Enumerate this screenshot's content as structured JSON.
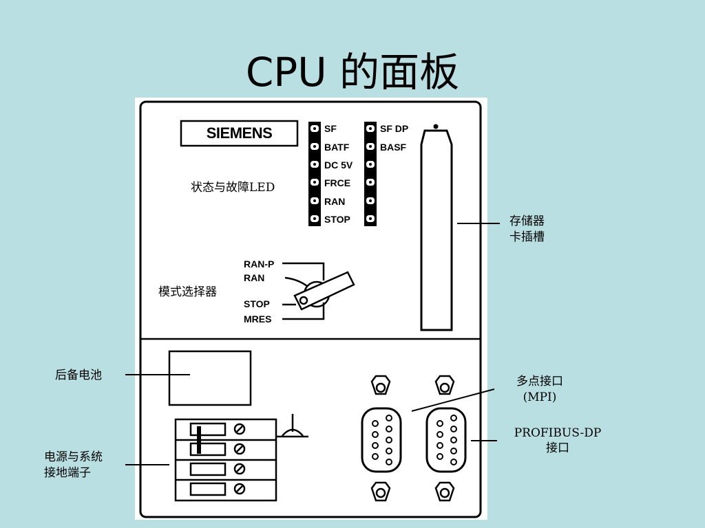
{
  "title": "CPU 的面板",
  "brand": "SIEMENS",
  "leds_left": [
    "SF",
    "BATF",
    "DC 5V",
    "FRCE",
    "RAN",
    "STOP"
  ],
  "leds_right": [
    "SF DP",
    "BASF"
  ],
  "mode_positions": [
    "RAN-P",
    "RAN",
    "STOP",
    "MRES"
  ],
  "annotations": {
    "status_led": "状态与故障LED",
    "mode_selector": "模式选择器",
    "memory_slot_line1": "存储器",
    "memory_slot_line2": "卡插槽",
    "battery": "后备电池",
    "power_line1": "电源与系统",
    "power_line2": "接地端子",
    "mpi_line1": "多点接口",
    "mpi_line2": "(MPI)",
    "profibus_line1": "PROFIBUS-DP",
    "profibus_line2": "接口"
  }
}
